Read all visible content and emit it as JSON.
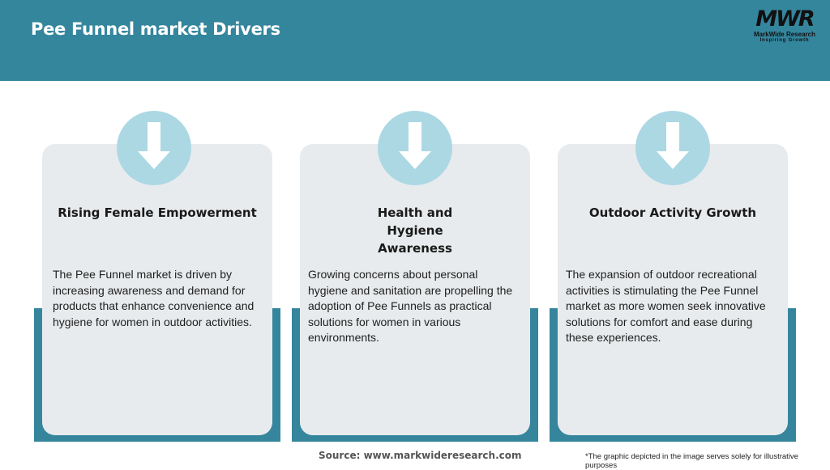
{
  "header": {
    "title": "Pee Funnel market Drivers",
    "logo": {
      "mark": "MWR",
      "name": "MarkWide Research",
      "tagline": "Inspiring Growth"
    }
  },
  "colors": {
    "header_bg": "#34869d",
    "card_bg": "#e8ebed",
    "circle": "#acd8e4",
    "backing": "#35869c"
  },
  "cards": [
    {
      "icon": "arrow-down-icon",
      "title": "Rising Female Empowerment",
      "body": "The Pee Funnel market is driven by increasing awareness and demand for products that enhance convenience and hygiene for women in outdoor activities."
    },
    {
      "icon": "arrow-down-icon",
      "title": "Health and Hygiene Awareness",
      "body": "Growing concerns about personal hygiene and sanitation are propelling the adoption of Pee Funnels as practical solutions for women in various environments."
    },
    {
      "icon": "arrow-down-icon",
      "title": "Outdoor Activity Growth",
      "body": "The expansion of outdoor recreational activities is stimulating the Pee Funnel market as more women seek innovative solutions for comfort and ease during these experiences."
    }
  ],
  "footer": {
    "source": "Source: www.markwideresearch.com",
    "note": "*The graphic depicted in the image serves solely for illustrative purposes"
  }
}
